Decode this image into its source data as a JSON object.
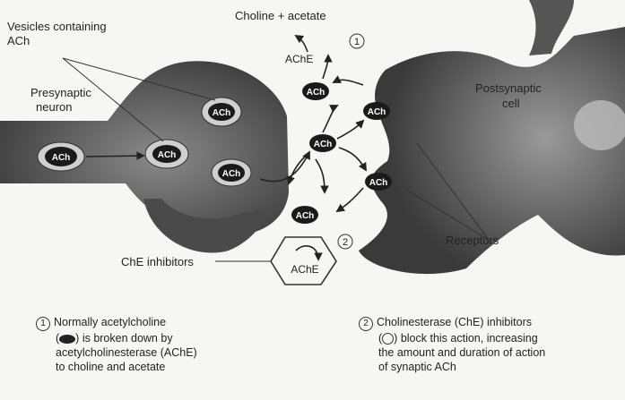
{
  "labels": {
    "vesicles_line1": "Vesicles containing",
    "vesicles_line2": "ACh",
    "presynaptic_line1": "Presynaptic",
    "presynaptic_line2": "neuron",
    "postsynaptic_line1": "Postsynaptic",
    "postsynaptic_line2": "cell",
    "choline_acetate": "Choline + acetate",
    "ache_top": "AChE",
    "ache_hex": "AChE",
    "che_inhibitors": "ChE inhibitors",
    "receptors": "Receptors",
    "ach": "ACh",
    "step1": "1",
    "step2": "2"
  },
  "captions": {
    "left_num": "1",
    "left_a": "Normally acetylcholine",
    "left_b": "is broken down by",
    "left_c": "acetylcholinesterase (AChE)",
    "left_d": "to choline and acetate",
    "right_num": "2",
    "right_a": "Cholinesterase (ChE) inhibitors",
    "right_b": "block this action, increasing",
    "right_c": "the amount and duration of action",
    "right_d": "of synaptic ACh"
  },
  "colors": {
    "membrane": "#4a4a4a",
    "ach_fill": "#1a1a1a",
    "background": "#f6f6f4"
  }
}
